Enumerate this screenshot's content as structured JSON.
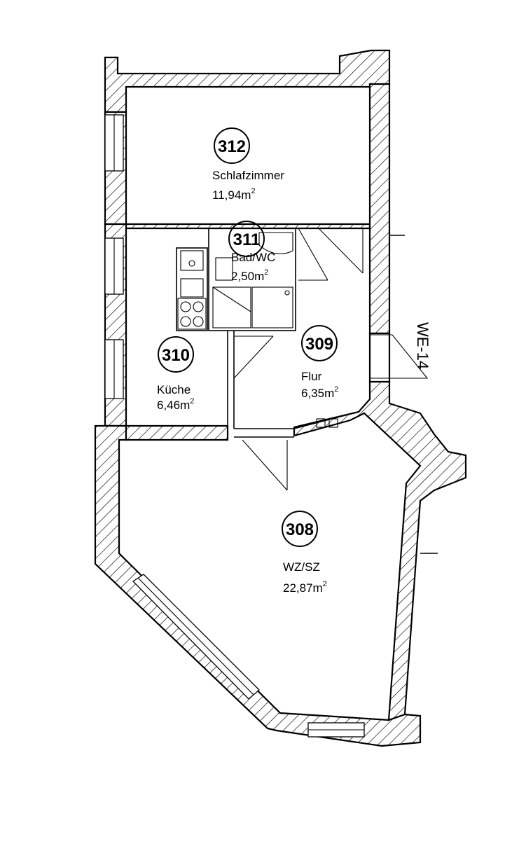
{
  "plan": {
    "unit_label": "WE-14",
    "rooms": [
      {
        "number": "312",
        "name": "Schlafzimmer",
        "area_value": "11,94m",
        "area_sup": "2"
      },
      {
        "number": "311",
        "name": "Bad/WC",
        "area_value": "2,50m",
        "area_sup": "2"
      },
      {
        "number": "310",
        "name": "Küche",
        "area_value": "6,46m",
        "area_sup": "2"
      },
      {
        "number": "309",
        "name": "Flur",
        "area_value": "6,35m",
        "area_sup": "2"
      },
      {
        "number": "308",
        "name": "WZ/SZ",
        "area_value": "22,87m",
        "area_sup": "2"
      }
    ]
  }
}
